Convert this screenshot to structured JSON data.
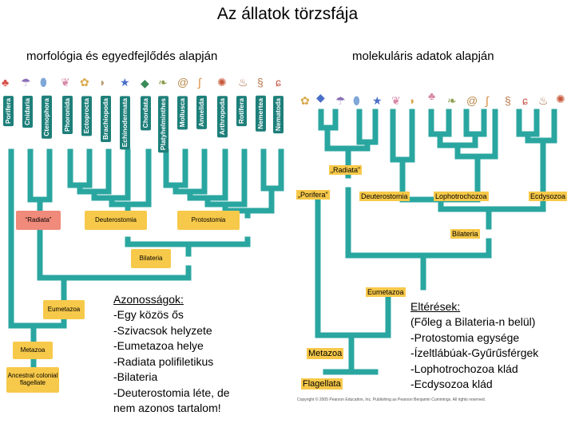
{
  "title": "Az állatok törzsfája",
  "left": {
    "subtitle": "morfológia és egyedfejlődés alapján",
    "taxa": [
      "Porifera",
      "Cnidaria",
      "Ctenophora",
      "Phoronida",
      "Ectoprocta",
      "Brachiopoda",
      "Echinodermata",
      "Chordata",
      "Platyhelminthes",
      "Mollusca",
      "Annelida",
      "Arthropoda",
      "Rotifera",
      "Nemertea",
      "Nematoda"
    ],
    "boxes": {
      "radiata": "“Radiata”",
      "deuterostomia": "Deuterostomia",
      "protostomia": "Protostomia",
      "bilateria": "Bilateria",
      "eumetazoa": "Eumetazoa",
      "metazoa": "Metazoa",
      "ancestral": "Ancestral colonial flagellate"
    },
    "notes_heading": "Azonosságok:",
    "notes": "-Egy közös ős\n-Szivacsok helyzete\n-Eumetazoa helye\n-Radiata polifiletikus\n-Bilateria\n-Deuterostomia léte, de nem azonos tartalom!"
  },
  "right": {
    "subtitle": "molekuláris adatok alapján",
    "labels": {
      "radiata": "„Radiata”",
      "porifera": "„Porifera”",
      "deuterostomia": "Deuterostomia",
      "lophotrochozoa": "Lophotrochozoa",
      "ecdysozoa": "Ecdysozoa",
      "bilateria": "Bilateria",
      "eumetazoa": "Eumetazoa",
      "metazoa": "Metazoa",
      "flagellata": "Flagellata"
    },
    "notes_heading": "Eltérések:",
    "notes": "(Főleg a Bilateria-n belül)\n-Protostomia egysége\n-Ízeltlábúak-Gyűrűsférgek\n-Lophotrochozoa klád\n-Ecdysozoa klád",
    "copyright": "Copyright © 2005 Pearson Education, Inc. Publishing as Pearson Benjamin Cummings. All rights reserved."
  },
  "colors": {
    "tree": "#2aa6a0",
    "label_bg": "#f7c94a",
    "radiata_bg": "#f08a7a",
    "taxon_bg": "#1e7f7a"
  },
  "animal_icons": [
    "sponge",
    "jellyfish",
    "comb-jelly",
    "tube-worm",
    "moss-animal",
    "lamp-shell",
    "starfish",
    "fish",
    "flatworm",
    "snail",
    "earthworm",
    "crab",
    "rotifer",
    "ribbon-worm",
    "roundworm"
  ]
}
